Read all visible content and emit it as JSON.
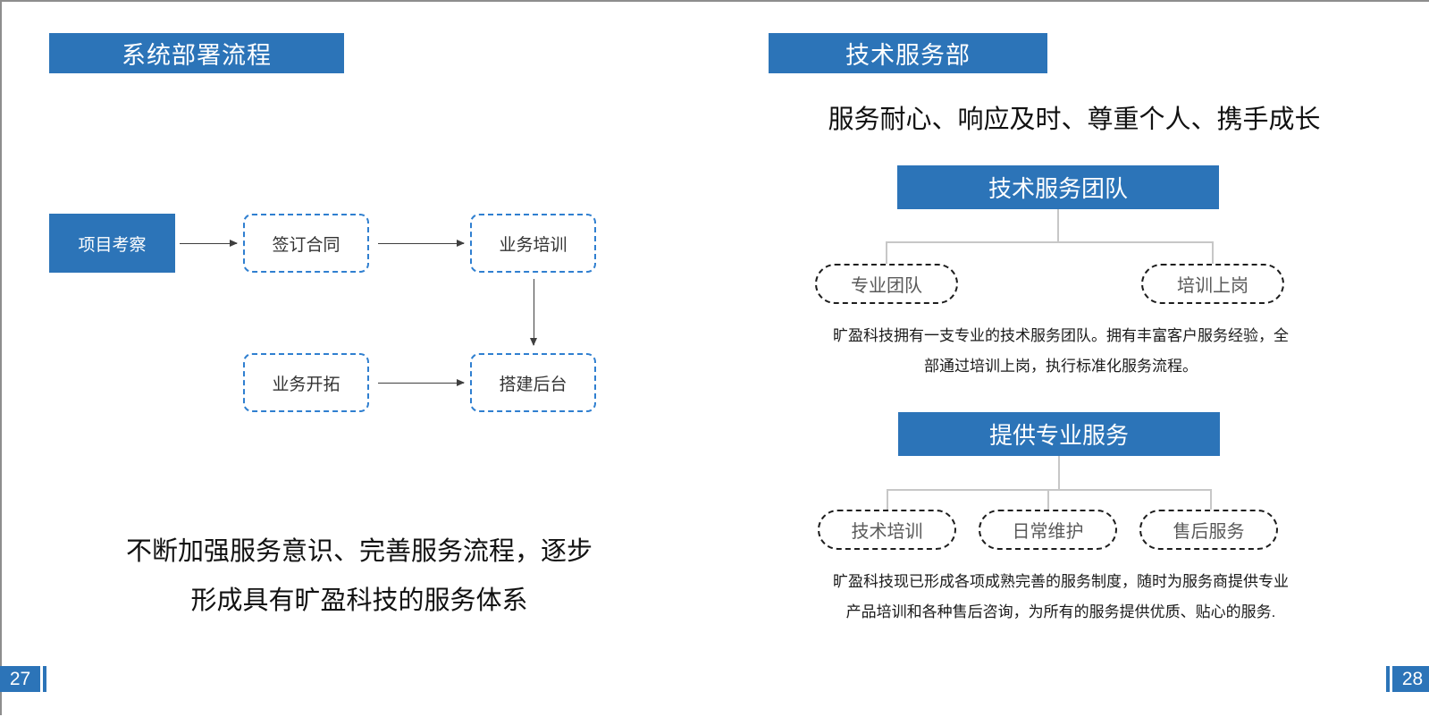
{
  "slide_left": {
    "title": "系统部署流程",
    "flow_nodes": [
      {
        "id": "kaocha",
        "label": "项目考察",
        "style": "solid"
      },
      {
        "id": "hetong",
        "label": "签订合同",
        "style": "dashed"
      },
      {
        "id": "peixun",
        "label": "业务培训",
        "style": "dashed"
      },
      {
        "id": "kaituo",
        "label": "业务开拓",
        "style": "dashed"
      },
      {
        "id": "houtai",
        "label": "搭建后台",
        "style": "dashed"
      }
    ],
    "caption_line_1": "不断加强服务意识、完善服务流程，逐步",
    "caption_line_2": "形成具有旷盈科技的服务体系",
    "page_number": "27"
  },
  "slide_right": {
    "title": "技术服务部",
    "slogan": "服务耐心、响应及时、尊重个人、携手成长",
    "tree_1": {
      "head": "技术服务团队",
      "children": [
        "专业团队",
        "培训上岗"
      ],
      "description_line_1": "旷盈科技拥有一支专业的技术服务团队。拥有丰富客户服务经验，全",
      "description_line_2": "部通过培训上岗，执行标准化服务流程。"
    },
    "tree_2": {
      "head": "提供专业服务",
      "children": [
        "技术培训",
        "日常维护",
        "售后服务"
      ],
      "description_line_1": "旷盈科技现已形成各项成熟完善的服务制度，随时为服务商提供专业",
      "description_line_2": "产品培训和各种售后咨询，为所有的服务提供优质、贴心的服务."
    },
    "page_number": "28"
  },
  "colors": {
    "brand_blue": "#2c74b8",
    "dashed_blue": "#2f7fd0",
    "connector_gray": "#c7c7c7",
    "pill_text_gray": "#595959",
    "body_text": "#1a1a1a",
    "page_border": "#8e8e8e"
  }
}
